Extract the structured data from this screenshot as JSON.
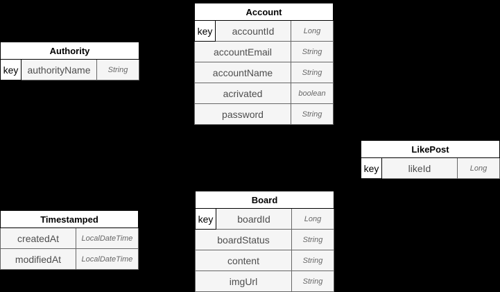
{
  "diagram": {
    "kind": "er-diagram",
    "colors": {
      "background": "#000000",
      "header_bg": "#ffffff",
      "header_border": "#000000",
      "row_bg": "#f5f5f5",
      "row_border": "#666666",
      "name_text": "#4d4d4d",
      "type_text": "#666666",
      "header_text": "#000000"
    },
    "entities": {
      "account": {
        "title": "Account",
        "rows": [
          {
            "key": "key",
            "name": "accountId",
            "type": "Long"
          },
          {
            "name": "accountEmail",
            "type": "String"
          },
          {
            "name": "accountName",
            "type": "String"
          },
          {
            "name": "acrivated",
            "type": "boolean"
          },
          {
            "name": "password",
            "type": "String"
          }
        ]
      },
      "authority": {
        "title": "Authority",
        "rows": [
          {
            "key": "key",
            "name": "authorityName",
            "type": "String"
          }
        ]
      },
      "likepost": {
        "title": "LikePost",
        "rows": [
          {
            "key": "key",
            "name": "likeId",
            "type": "Long"
          }
        ]
      },
      "timestamped": {
        "title": "Timestamped",
        "rows": [
          {
            "name": "createdAt",
            "type": "LocalDateTime"
          },
          {
            "name": "modifiedAt",
            "type": "LocalDateTime"
          }
        ]
      },
      "board": {
        "title": "Board",
        "rows": [
          {
            "key": "key",
            "name": "boardId",
            "type": "Long"
          },
          {
            "name": "boardStatus",
            "type": "String"
          },
          {
            "name": "content",
            "type": "String"
          },
          {
            "name": "imgUrl",
            "type": "String"
          }
        ]
      }
    }
  }
}
